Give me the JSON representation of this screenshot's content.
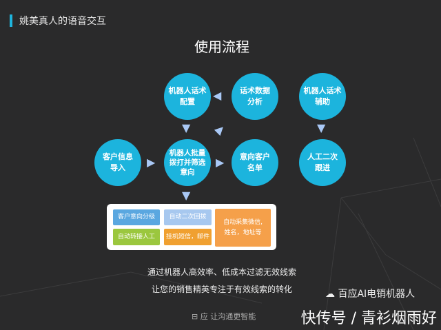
{
  "header": {
    "title": "姚美真人的语音交互"
  },
  "main_title": "使用流程",
  "nodes": {
    "import": "客户信息\n导入",
    "batch": "机器人批量\n拨打并筛选\n意向",
    "intent_list": "意向客户\n名单",
    "script_config": "机器人话术\n配置",
    "data_analysis": "话术数据\n分析",
    "script_assist": "机器人话术\n辅助",
    "followup": "人工二次\n跟进"
  },
  "features": {
    "grading": "客户意向分级",
    "redial": "自动二次回拨",
    "collect": "自动采集微信,\n姓名，地址等",
    "transfer": "自动转接人工",
    "sms": "挂机短信，邮件"
  },
  "description": [
    "通过机器人高效率、低成本过滤无效线索",
    "让您的销售精英专注于有效线索的转化"
  ],
  "footer": {
    "brand": "应",
    "slogan": "让沟通更智能"
  },
  "watermark": {
    "account": "百应AI电销机器人",
    "source": "快传号 / 青衫烟雨好"
  },
  "colors": {
    "accent": "#1cb4dd",
    "blue": "#5aa7e0",
    "light_blue": "#a7c8ef",
    "orange": "#f5a04a",
    "green": "#9bc73e"
  }
}
